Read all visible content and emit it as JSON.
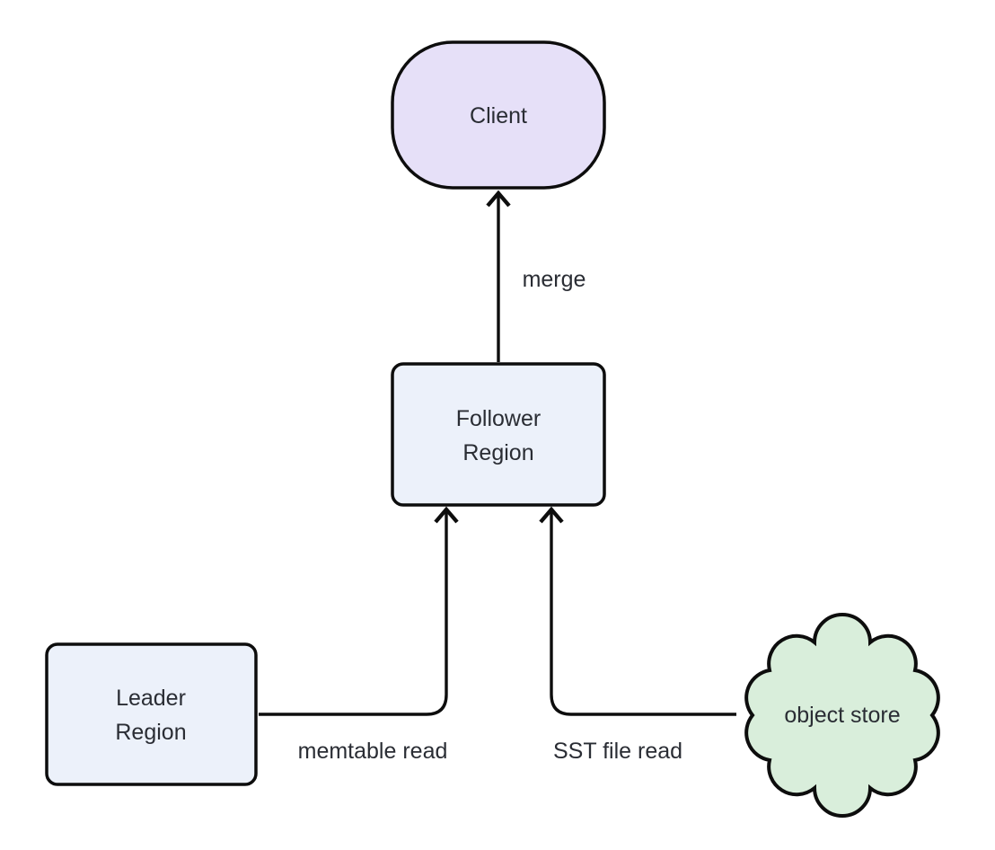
{
  "diagram": {
    "type": "flowchart",
    "nodes": {
      "client": {
        "label": "Client",
        "shape": "stadium"
      },
      "follower": {
        "label": "Follower Region",
        "lines": [
          "Follower",
          "Region"
        ],
        "shape": "rect"
      },
      "leader": {
        "label": "Leader Region",
        "lines": [
          "Leader",
          "Region"
        ],
        "shape": "rect"
      },
      "object_store": {
        "label": "object store",
        "shape": "cloud"
      }
    },
    "edges": [
      {
        "from": "Follower Region",
        "to": "Client",
        "label": "merge"
      },
      {
        "from": "Leader Region",
        "to": "Follower Region",
        "label": "memtable read"
      },
      {
        "from": "object store",
        "to": "Follower Region",
        "label": "SST file read"
      }
    ],
    "colors": {
      "client_fill": "#e6e0f8",
      "region_fill": "#ecf1fa",
      "object_store_fill": "#d9eedb",
      "stroke": "#0d0d0d",
      "text": "#2a2d34",
      "background": "#ffffff"
    }
  }
}
